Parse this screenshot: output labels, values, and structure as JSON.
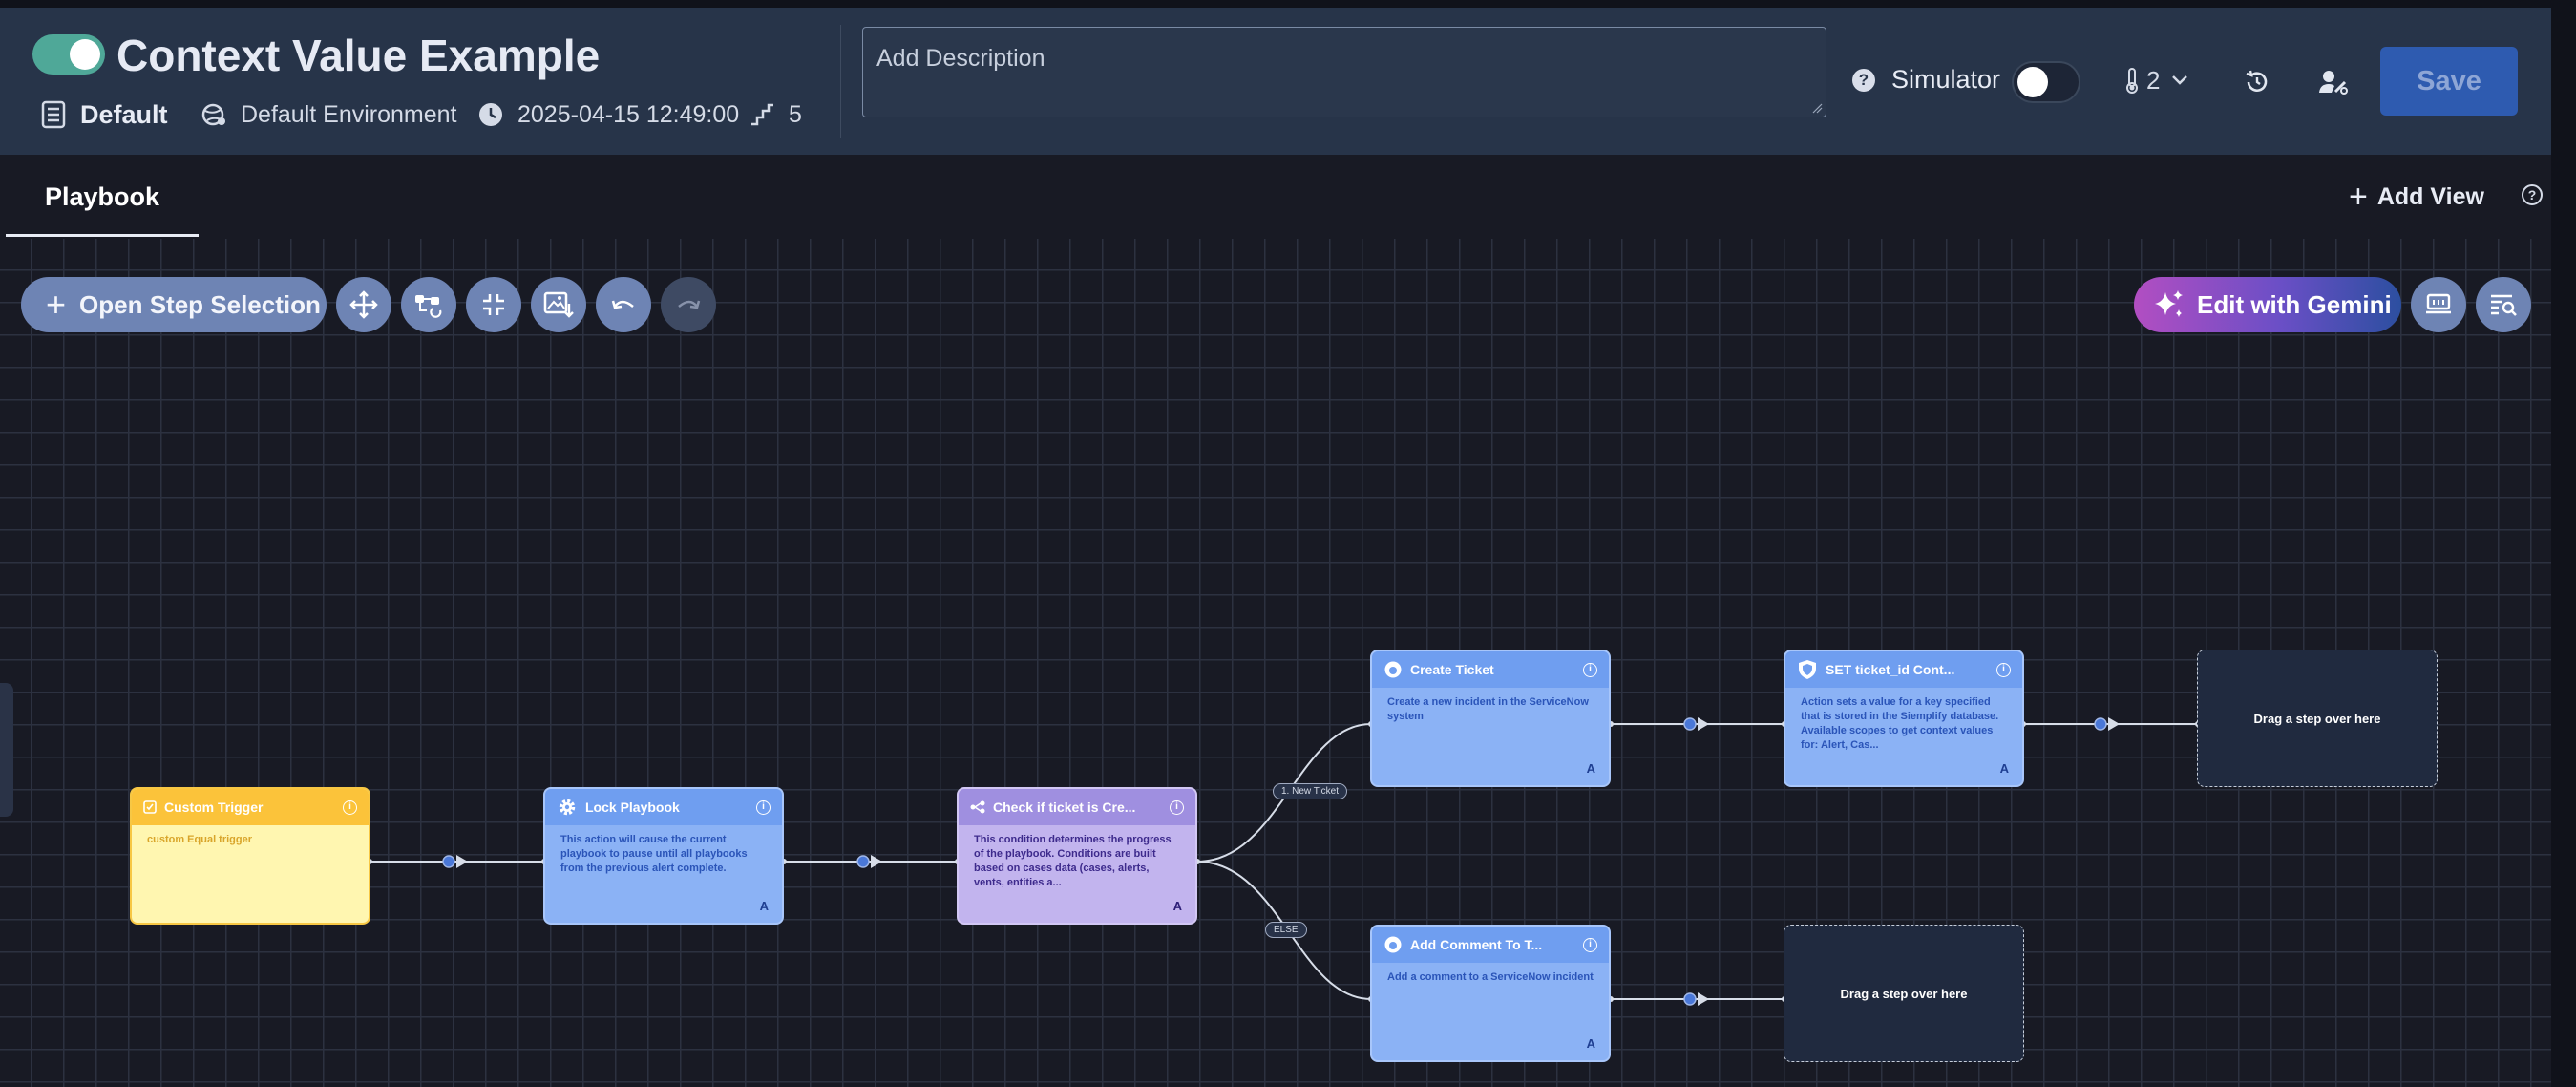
{
  "header": {
    "title": "Context Value Example",
    "enabled": true,
    "category": "Default",
    "environment": "Default Environment",
    "timestamp": "2025-04-15 12:49:00",
    "steps_count": "5",
    "description_placeholder": "Add Description",
    "simulator_label": "Simulator",
    "simulator_on": false,
    "priority": "2",
    "save_label": "Save"
  },
  "tabs": {
    "items": [
      {
        "label": "Playbook",
        "active": true
      }
    ],
    "add_view_label": "Add View"
  },
  "toolbar": {
    "open_step_selection_label": "Open Step Selection",
    "tools": [
      "move-icon",
      "auto-layout-icon",
      "fit-screen-icon",
      "export-image-icon",
      "undo-icon",
      "redo-icon"
    ],
    "gemini_label": "Edit with Gemini"
  },
  "nodes": {
    "custom_trigger": {
      "title": "Custom Trigger",
      "body": "custom Equal trigger",
      "color": "#fbc33a"
    },
    "lock_playbook": {
      "title": "Lock Playbook",
      "body": "This action will cause the current playbook to pause until all playbooks from the previous alert complete.",
      "badge": "A",
      "color": "#6f9ef0"
    },
    "check_ticket": {
      "title": "Check if ticket is Cre...",
      "body": "This condition determines the progress of the playbook. Conditions are built based on cases data (cases, alerts, vents, entities a...",
      "badge": "A",
      "color": "#9f8fe0"
    },
    "create_ticket": {
      "title": "Create Ticket",
      "body": "Create a new incident in the ServiceNow system",
      "badge": "A"
    },
    "set_ticket_id": {
      "title": "SET ticket_id Cont...",
      "body": "Action sets a value for a key specified that is stored in the Siemplify database. Available scopes to get context values for: Alert, Cas...",
      "badge": "A"
    },
    "add_comment": {
      "title": "Add Comment To T...",
      "body": "Add a comment to a ServiceNow incident",
      "badge": "A"
    }
  },
  "drop_zones": [
    "Drag a step over here",
    "Drag a step over here"
  ],
  "branch_labels": {
    "new_ticket": "1. New Ticket",
    "else": "ELSE"
  }
}
